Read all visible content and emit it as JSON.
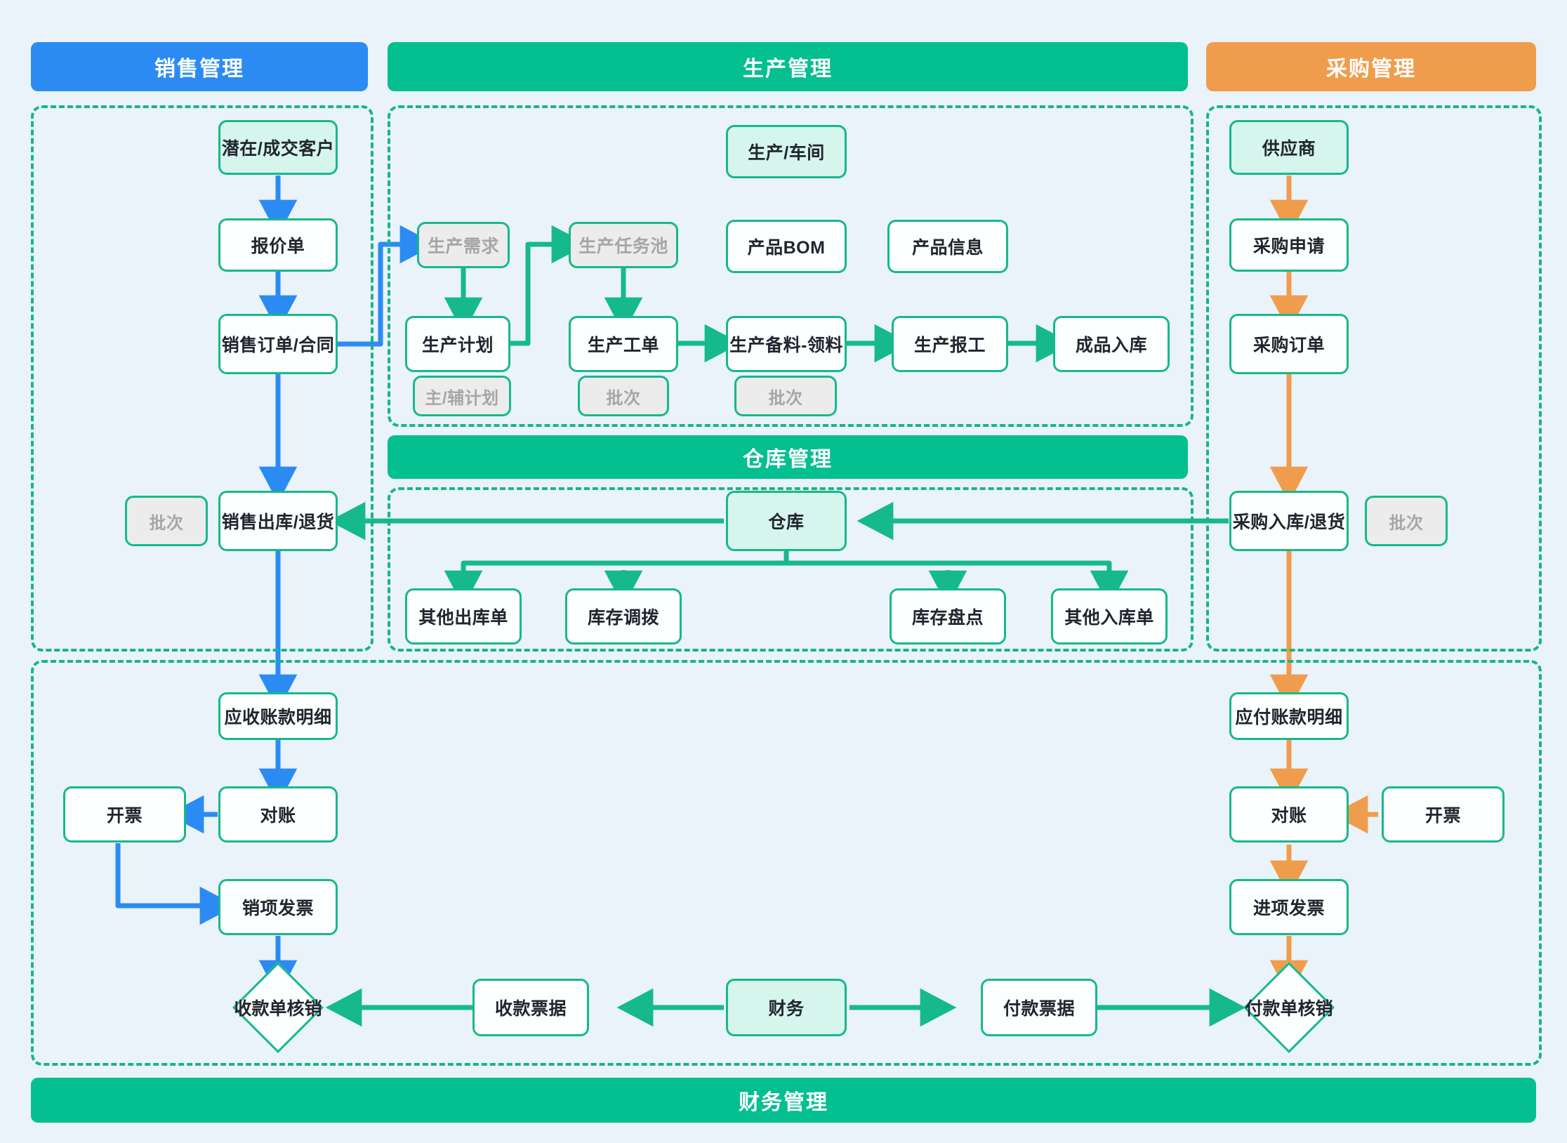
{
  "colors": {
    "background": "#eaf2fa",
    "sales_accent": "#2b8bf2",
    "production_accent": "#04bf8f",
    "purchase_accent": "#ef9d4c",
    "node_border": "#15b98c",
    "node_fill": "#fdfefe",
    "node_tint_fill": "#d6f5ec",
    "muted_fill": "#ececec",
    "muted_text": "#a6a6a6",
    "frame_dash": "#17b589"
  },
  "banners": {
    "sales": "销售管理",
    "production": "生产管理",
    "purchase": "采购管理",
    "warehouse": "仓库管理",
    "finance": "财务管理"
  },
  "sales": {
    "customer": "潜在/成交客户",
    "quotation": "报价单",
    "sales_order": "销售订单/合同",
    "batch": "批次",
    "sales_outbound": "销售出库/退货"
  },
  "production": {
    "workshop": "生产/车间",
    "demand": "生产需求",
    "task_pool": "生产任务池",
    "product_bom": "产品BOM",
    "product_info": "产品信息",
    "plan": "生产计划",
    "work_order": "生产工单",
    "material_pick": "生产备料-领料",
    "report_work": "生产报工",
    "finished_in": "成品入库",
    "plan_tag": "主/辅计划",
    "work_order_tag": "批次",
    "material_tag": "批次"
  },
  "purchase": {
    "supplier": "供应商",
    "requisition": "采购申请",
    "purchase_order": "采购订单",
    "purchase_inbound": "采购入库/退货",
    "batch": "批次"
  },
  "warehouse": {
    "warehouse": "仓库",
    "other_out": "其他出库单",
    "transfer": "库存调拨",
    "stocktake": "库存盘点",
    "other_in": "其他入库单"
  },
  "finance": {
    "ar_detail": "应收账款明细",
    "ar_reconcile": "对账",
    "ar_invoice_issue": "开票",
    "output_invoice": "销项发票",
    "receipt_writeoff": "收款单核销",
    "receipt_note": "收款票据",
    "finance_node": "财务",
    "payment_note": "付款票据",
    "payment_writeoff": "付款单核销",
    "input_invoice": "进项发票",
    "ap_reconcile": "对账",
    "ap_invoice_issue": "开票",
    "ap_detail": "应付账款明细"
  }
}
